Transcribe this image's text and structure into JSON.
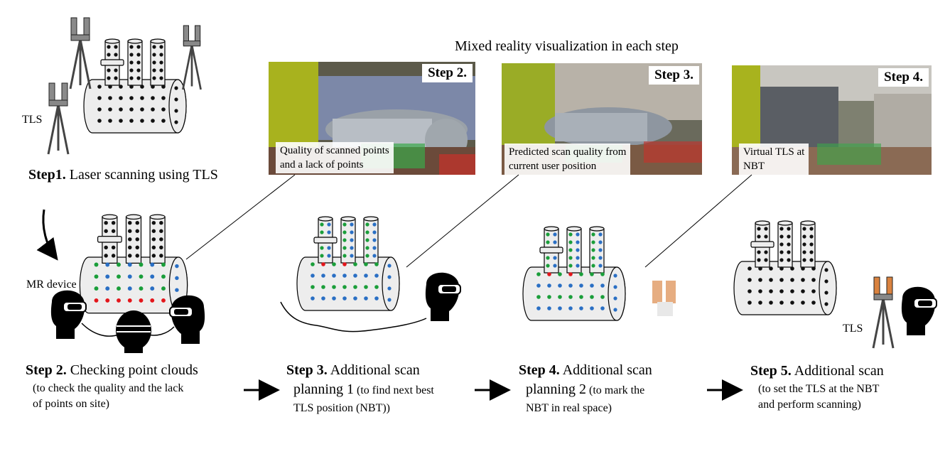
{
  "header": {
    "mr_title": "Mixed reality visualization in each step"
  },
  "photos": [
    {
      "badge": "Step 2.",
      "caption_l1": "Quality of scanned points",
      "caption_l2": "and a lack of points"
    },
    {
      "badge": "Step 3.",
      "caption_l1": "Predicted scan quality from",
      "caption_l2": "current user position"
    },
    {
      "badge": "Step 4.",
      "caption_l1": "Virtual TLS at",
      "caption_l2": "NBT"
    }
  ],
  "labels": {
    "tls_top": "TLS",
    "mr_device": "MR device",
    "tls_bottom": "TLS"
  },
  "steps": {
    "step1": {
      "bold": "Step1.",
      "text": " Laser scanning using TLS"
    },
    "step2": {
      "bold": "Step 2.",
      "text": " Checking point clouds",
      "sub1": "(to check the quality and the lack",
      "sub2": "of points on site)"
    },
    "step3": {
      "bold": "Step 3.",
      "text": " Additional scan",
      "line2": "planning 1",
      "line2_small": " (to find next best",
      "line3": "TLS position (NBT))"
    },
    "step4": {
      "bold": "Step 4.",
      "text": " Additional scan",
      "line2": "planning 2",
      "line2_small": " (to mark the",
      "line3": "NBT in real space)"
    },
    "step5": {
      "bold": "Step 5.",
      "text": " Additional scan",
      "sub1": "(to set the TLS at the NBT",
      "sub2": "and perform scanning)"
    }
  },
  "colors": {
    "point_green": "#1a9e3a",
    "point_blue": "#2a6fc4",
    "point_red": "#e3161b",
    "point_black": "#111111",
    "pipe_fill": "#ededed",
    "tls_orange": "#d9823f"
  }
}
